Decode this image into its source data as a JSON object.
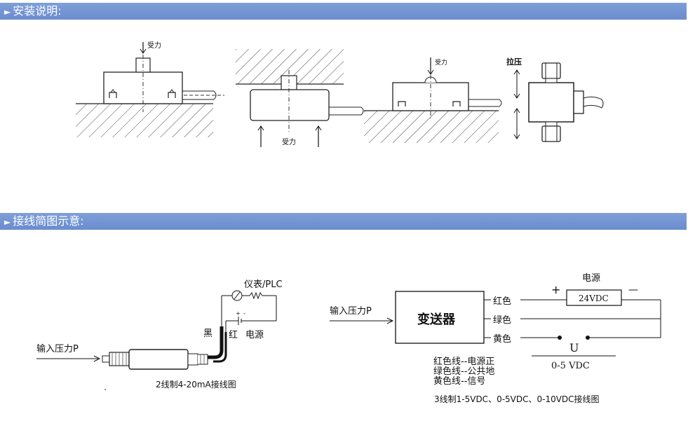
{
  "sections": {
    "installation": {
      "title": "安装说明:"
    },
    "wiring": {
      "title": "接线简图示意:"
    }
  },
  "install": {
    "fig1_force": "受力",
    "fig2_force": "受力",
    "fig3_force": "受力",
    "fig4_label": "拉压"
  },
  "wiring2": {
    "input_label": "输入压力P",
    "meter_label": "仪表/PLC",
    "black": "黑",
    "red": "红",
    "power": "电源",
    "caption": "2线制4-20mA接线图"
  },
  "wiring3": {
    "input_label": "输入压力P",
    "transmitter": "变送器",
    "wire_red": "红色",
    "wire_green": "绿色",
    "wire_yellow": "黄色",
    "power_title": "电源",
    "plus": "+",
    "minus": "—",
    "power_value": "24VDC",
    "output_symbol": "U",
    "output_range": "0-5 VDC",
    "legend": [
      "红色线--电源正",
      "绿色线--公共地",
      "黄色线--信号"
    ],
    "caption": "3线制1-5VDC、0-5VDC、0-10VDC接线图"
  }
}
